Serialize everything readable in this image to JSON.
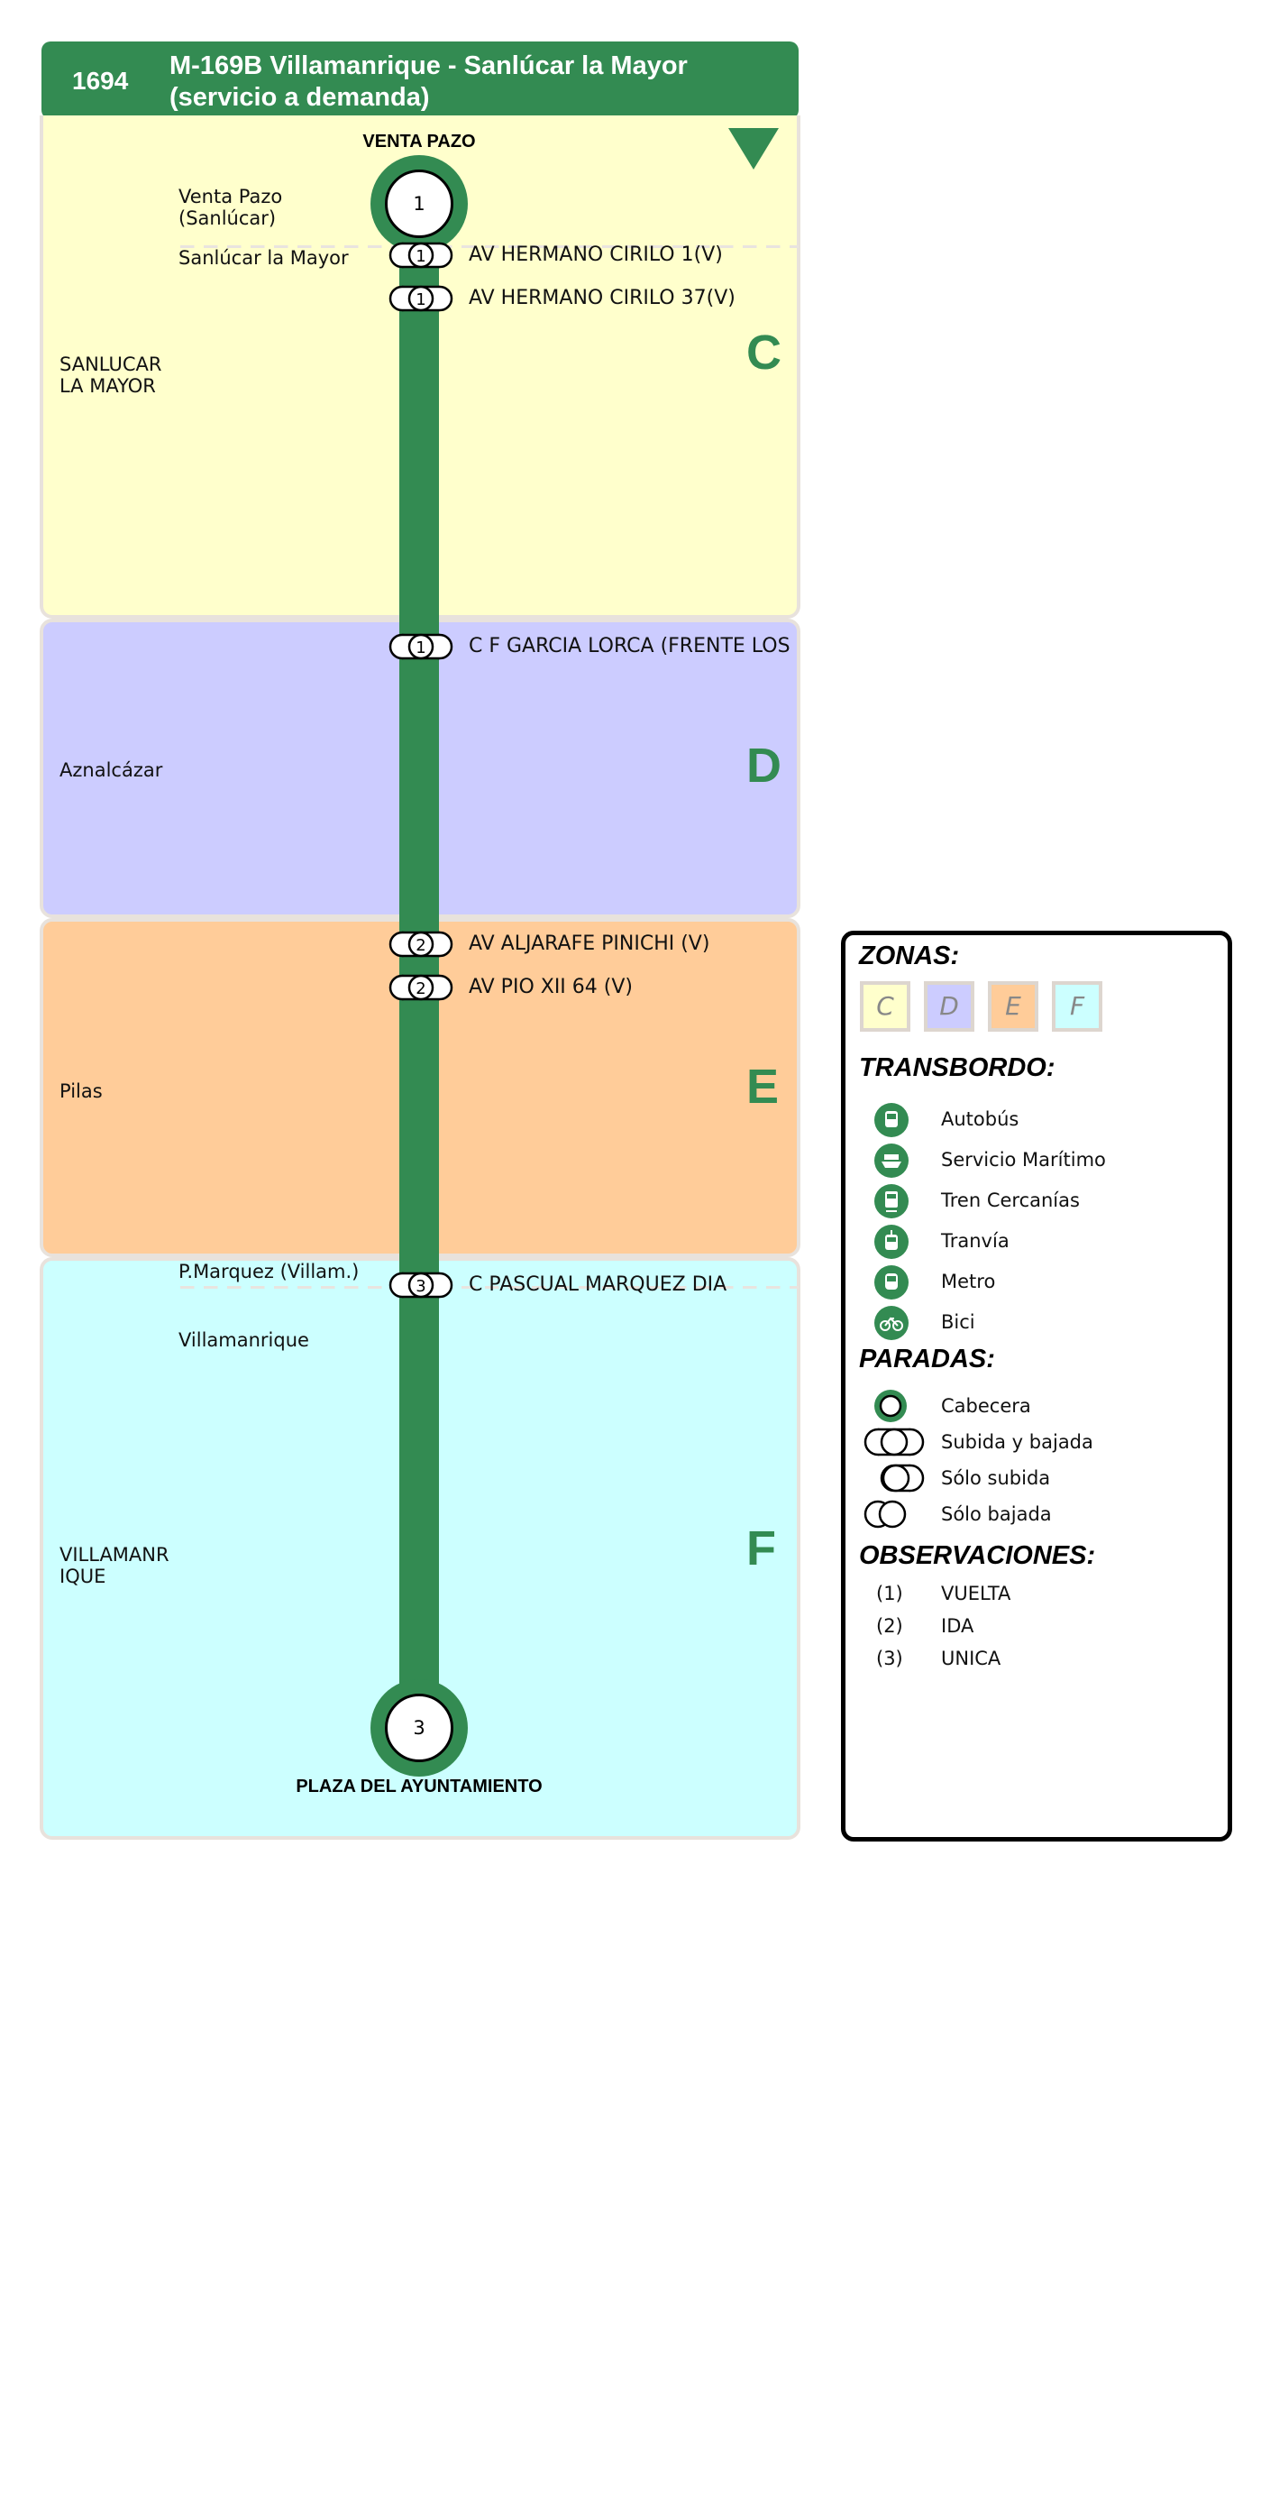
{
  "header": {
    "line_number": "1694",
    "title_line1": "M-169B Villamanrique - Sanlúcar la Mayor",
    "title_line2": "(servicio a demanda)"
  },
  "direction_icon": "triangle-down-icon",
  "zones": [
    {
      "letter": "C",
      "municipality": "SANLUCAR\nLA MAYOR",
      "color": "#ffffcc"
    },
    {
      "letter": "D",
      "municipality": "Aznalcázar",
      "color": "#ccccff"
    },
    {
      "letter": "E",
      "municipality": "Pilas",
      "color": "#ffcc99"
    },
    {
      "letter": "F",
      "municipality": "VILLAMANR\nIQUE",
      "color": "#ccffff"
    }
  ],
  "terminals": {
    "start": {
      "name": "VENTA PAZO",
      "note": "1"
    },
    "end": {
      "name": "PLAZA DEL AYUNTAMIENTO",
      "note": "3"
    }
  },
  "localities": [
    "Venta Pazo\n(Sanlúcar)",
    "Sanlúcar la Mayor",
    "P.Marquez (Villam.)",
    "Villamanrique"
  ],
  "stops": [
    {
      "note": "1",
      "name": "AV HERMANO CIRILO 1(V)"
    },
    {
      "note": "1",
      "name": "AV HERMANO CIRILO 37(V)"
    },
    {
      "note": "1",
      "name": "C F GARCIA LORCA (FRENTE LOS"
    },
    {
      "note": "2",
      "name": "AV ALJARAFE PINICHI (V)"
    },
    {
      "note": "2",
      "name": "AV PIO XII 64 (V)"
    },
    {
      "note": "3",
      "name": "C  PASCUAL MARQUEZ  DIA"
    }
  ],
  "legend": {
    "zonas_title": "ZONAS:",
    "zone_letters": [
      "C",
      "D",
      "E",
      "F"
    ],
    "transbordo_title": "TRANSBORDO:",
    "transbordo": [
      {
        "label": "Autobús",
        "icon": "bus-icon"
      },
      {
        "label": "Servicio Marítimo",
        "icon": "ferry-icon"
      },
      {
        "label": "Tren Cercanías",
        "icon": "train-icon"
      },
      {
        "label": "Tranvía",
        "icon": "tram-icon"
      },
      {
        "label": "Metro",
        "icon": "metro-icon"
      },
      {
        "label": "Bici",
        "icon": "bike-icon"
      }
    ],
    "paradas_title": "PARADAS:",
    "paradas": [
      {
        "label": "Cabecera",
        "icon": "head-stop-icon"
      },
      {
        "label": "Subida y bajada",
        "icon": "board-alight-icon"
      },
      {
        "label": "Sólo subida",
        "icon": "board-only-icon"
      },
      {
        "label": "Sólo bajada",
        "icon": "alight-only-icon"
      }
    ],
    "observaciones_title": "OBSERVACIONES:",
    "observaciones": [
      {
        "code": "(1)",
        "label": "VUELTA"
      },
      {
        "code": "(2)",
        "label": "IDA"
      },
      {
        "code": "(3)",
        "label": "UNICA"
      }
    ]
  },
  "colors": {
    "accent": "#338b52",
    "zone_border": "#e8e2dc"
  }
}
